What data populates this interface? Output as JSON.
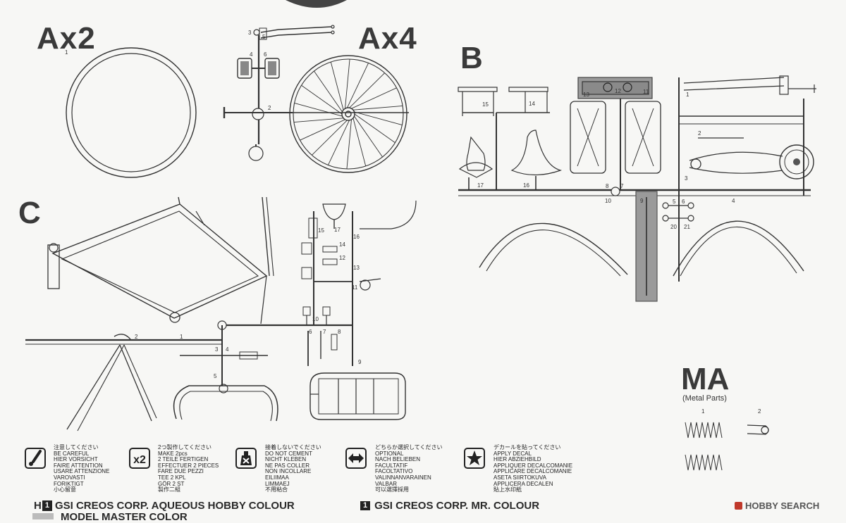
{
  "sprues": {
    "a_label": "A",
    "a_mult": "x2",
    "a_mult2": "x4",
    "b_label": "B",
    "c_label": "C",
    "ma_label": "MA",
    "ma_sub": "(Metal Parts)"
  },
  "part_numbers": {
    "a": [
      "1",
      "2",
      "3",
      "4",
      "5",
      "6"
    ],
    "b": [
      "1",
      "2",
      "3",
      "4",
      "5",
      "6",
      "7",
      "8",
      "9",
      "10",
      "11",
      "12",
      "13",
      "14",
      "15",
      "16",
      "17",
      "20",
      "21"
    ],
    "c": [
      "1",
      "2",
      "3",
      "4",
      "5",
      "6",
      "7",
      "8",
      "9",
      "10",
      "11",
      "12",
      "13",
      "14",
      "15",
      "16",
      "17"
    ],
    "ma": [
      "1",
      "2"
    ]
  },
  "legend": [
    {
      "icon": "careful-icon",
      "lines": [
        "注意してください",
        "BE CAREFUL",
        "HIER VORSICHT",
        "FAIRE ATTENTION",
        "USARE ATTENZIONE",
        "VAROVASTI",
        "FORIKTIGT",
        "小心留意"
      ]
    },
    {
      "icon": "make-two-icon",
      "icon_text": "x2",
      "lines": [
        "2つ製作してください",
        "MAKE 2pcs",
        "2 TEILE FERTIGEN",
        "EFFECTUER 2 PIECES",
        "FARE DUE PEZZI",
        "TEE 2 KPL",
        "GÖR 2 ST",
        "製作二組"
      ]
    },
    {
      "icon": "do-not-cement-icon",
      "lines": [
        "接着しないでください",
        "DO NOT CEMENT",
        "NICHT KLEBEN",
        "NE PAS COLLER",
        "NON INCOLLARE",
        "EILIIMAA",
        "LIMMAEJ",
        "不用粘合"
      ]
    },
    {
      "icon": "optional-icon",
      "lines": [
        "どちらか選択してください",
        "OPTIONAL",
        "NACH BELIEBEN",
        "FACULTATIF",
        "FACOLTATIVO",
        "VALINNANVARAINEN",
        "VALBAR",
        "可以選擇採用"
      ]
    },
    {
      "icon": "apply-decal-icon",
      "lines": [
        "デカールを貼ってください",
        "APPLY DECAL",
        "HIER ABZIEHBILD",
        "APPLIQUER DECALCOMANIE",
        "APPLICARE DECALCOMANIE",
        "ASETA SIIRTOKUVA",
        "APPLICERA DECALEN",
        "貼上水印紙"
      ]
    }
  ],
  "footer": {
    "h_prefix": "H",
    "h_box": "1",
    "aqueous": "GSI CREOS CORP. AQUEOUS HOBBY COLOUR",
    "mr_box": "1",
    "mr_colour": "GSI CREOS CORP. MR. COLOUR",
    "model_master": "MODEL MASTER COLOR",
    "watermark": "HOBBY SEARCH"
  }
}
